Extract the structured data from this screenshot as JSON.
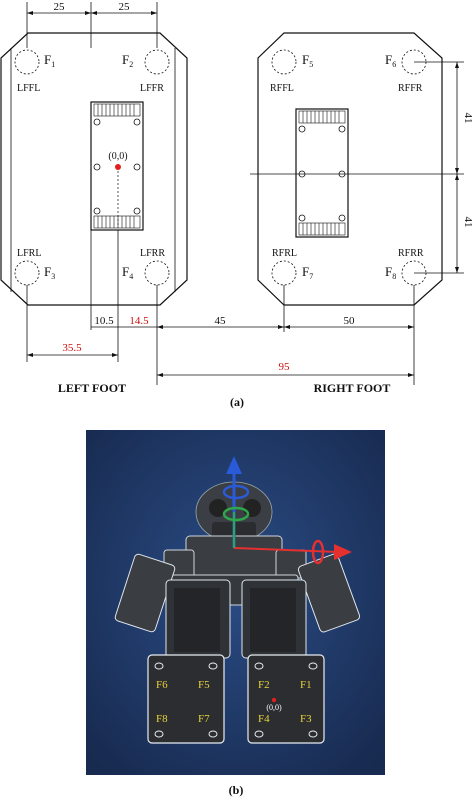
{
  "panel_a": {
    "caption": "(a)",
    "left_foot": {
      "title": "LEFT FOOT",
      "corners": [
        "LFFL",
        "LFFR",
        "LFRL",
        "LFRR"
      ],
      "sensors": [
        {
          "letter": "F",
          "sub": "1"
        },
        {
          "letter": "F",
          "sub": "2"
        },
        {
          "letter": "F",
          "sub": "3"
        },
        {
          "letter": "F",
          "sub": "4"
        }
      ],
      "origin": "(0,0)"
    },
    "right_foot": {
      "title": "RIGHT FOOT",
      "corners": [
        "RFFL",
        "RFFR",
        "RFRL",
        "RFRR"
      ],
      "sensors": [
        {
          "letter": "F",
          "sub": "5"
        },
        {
          "letter": "F",
          "sub": "6"
        },
        {
          "letter": "F",
          "sub": "7"
        },
        {
          "letter": "F",
          "sub": "8"
        }
      ]
    },
    "dimensions": {
      "top_left": "25",
      "top_right": "25",
      "d10_5": "10.5",
      "d14_5": "14.5",
      "d35_5": "35.5",
      "d45": "45",
      "d50": "50",
      "d95": "95",
      "v41_top": "41",
      "v41_bottom": "41"
    },
    "colors": {
      "red_dim": "#cc1111",
      "origin_dot": "#e02020"
    }
  },
  "panel_b": {
    "caption": "(b)",
    "sensor_labels": {
      "right_side": [
        "F6",
        "F5",
        "F8",
        "F7"
      ],
      "left_side": [
        "F2",
        "F1",
        "F4",
        "F3"
      ]
    },
    "origin": "(0,0)",
    "colors": {
      "background": "#1e3763",
      "label": "#e8d23a",
      "axis_x": "#e53030",
      "axis_y": "#2ea84a",
      "axis_z": "#2a5ad8"
    }
  }
}
